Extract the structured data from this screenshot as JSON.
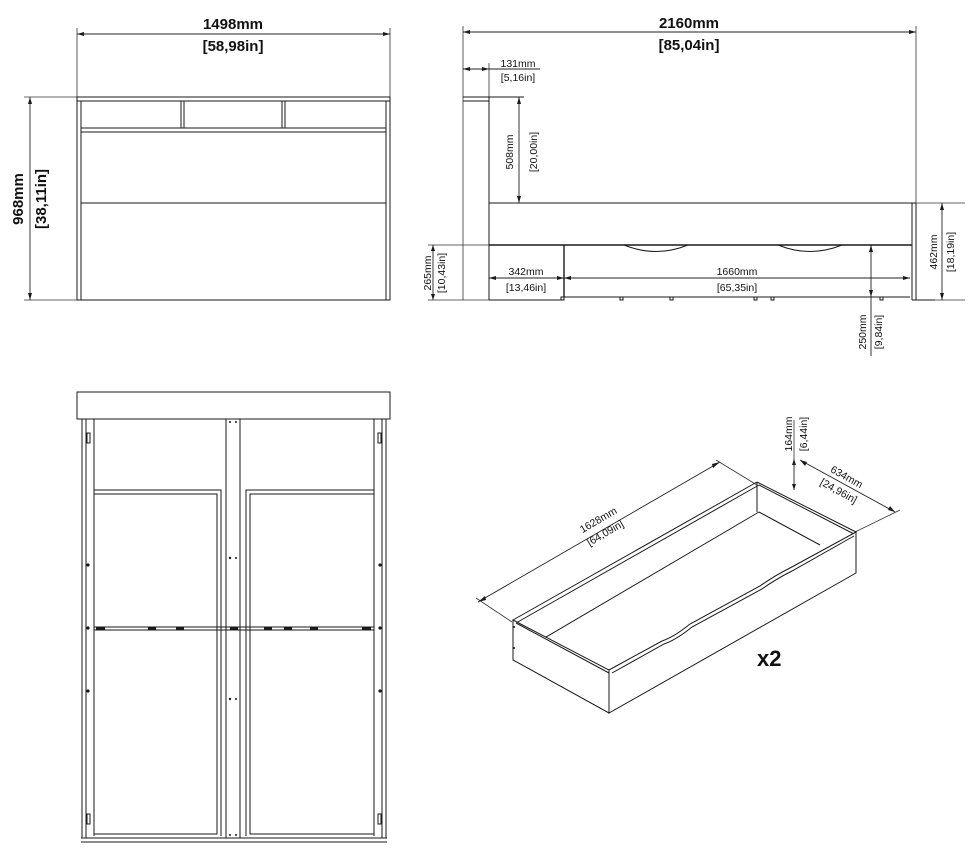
{
  "front_view": {
    "width_mm": "1498mm",
    "width_in": "58,98in",
    "height_mm": "968mm",
    "height_in": "38,11in"
  },
  "side_view": {
    "length_mm": "2160mm",
    "length_in": "85,04in",
    "headboard_depth_mm": "131mm",
    "headboard_depth_in": "5,16in",
    "headboard_height_mm": "508mm",
    "headboard_height_in": "20,00in",
    "rail_height_mm": "265mm",
    "rail_height_in": "10,43in",
    "front_offset_mm": "342mm",
    "front_offset_in": "13,46in",
    "drawer_span_mm": "1660mm",
    "drawer_span_in": "65,35in",
    "underbed_clearance_mm": "250mm",
    "underbed_clearance_in": "9,84in",
    "footboard_height_mm": "462mm",
    "footboard_height_in": "18,19in"
  },
  "drawer_view": {
    "length_mm": "1628mm",
    "length_in": "64,09in",
    "depth_mm": "634mm",
    "depth_in": "24,96in",
    "height_mm": "164mm",
    "height_in": "6,44in",
    "quantity": "x2"
  }
}
